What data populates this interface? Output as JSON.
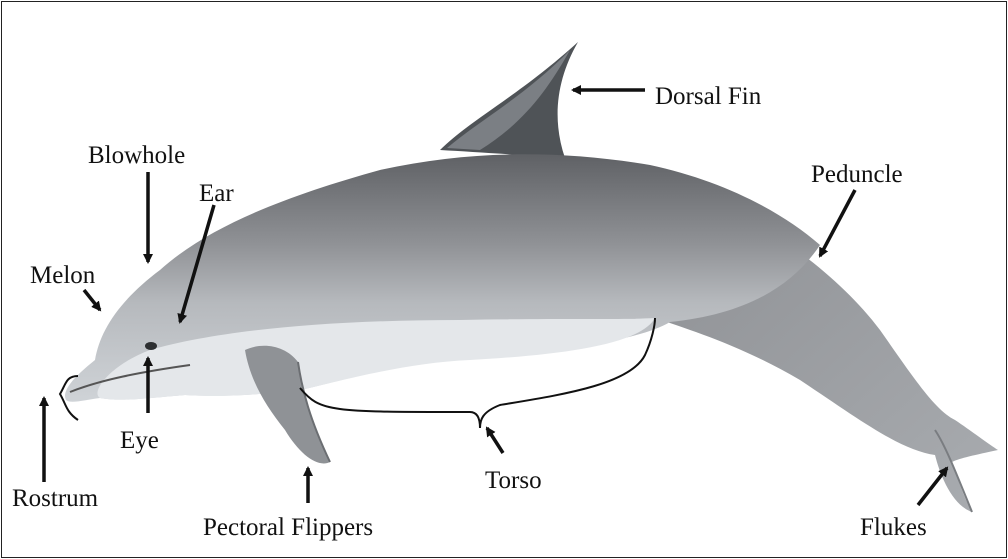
{
  "labels": {
    "dorsal_fin": "Dorsal Fin",
    "blowhole": "Blowhole",
    "ear": "Ear",
    "peduncle": "Peduncle",
    "melon": "Melon",
    "eye": "Eye",
    "rostrum": "Rostrum",
    "pectoral_flippers": "Pectoral Flippers",
    "torso": "Torso",
    "flukes": "Flukes"
  },
  "colors": {
    "body_dark": "#6e6f72",
    "body_mid": "#9d9fa3",
    "belly": "#dfe3e6",
    "fin": "#4f5357",
    "arrow": "#111111"
  }
}
